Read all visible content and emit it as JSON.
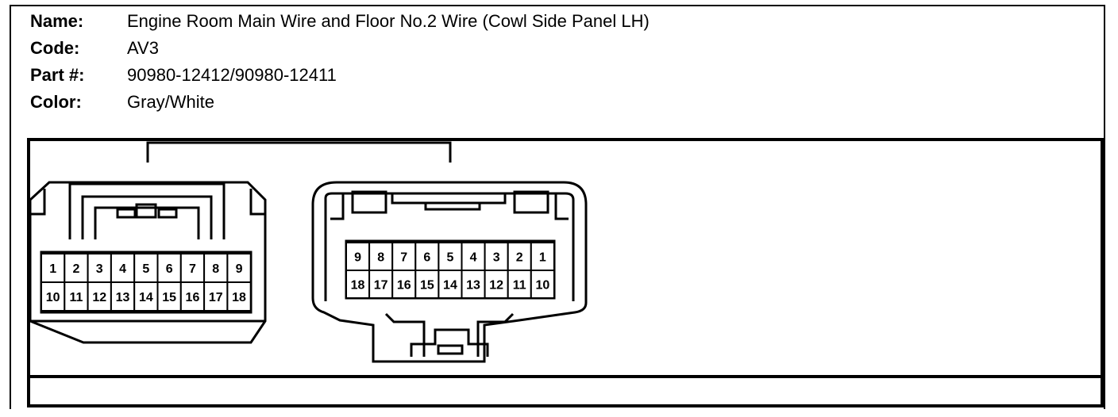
{
  "info": {
    "name_label": "Name:",
    "name_value": "Engine Room Main Wire and Floor No.2 Wire (Cowl Side Panel LH)",
    "code_label": "Code:",
    "code_value": "AV3",
    "part_label": "Part #:",
    "part_value": "90980-12412/90980-12411",
    "color_label": "Color:",
    "color_value": "Gray/White"
  },
  "left_connector": {
    "row1": [
      "1",
      "2",
      "3",
      "4",
      "5",
      "6",
      "7",
      "8",
      "9"
    ],
    "row2": [
      "10",
      "11",
      "12",
      "13",
      "14",
      "15",
      "16",
      "17",
      "18"
    ]
  },
  "right_connector": {
    "row1": [
      "9",
      "8",
      "7",
      "6",
      "5",
      "4",
      "3",
      "2",
      "1"
    ],
    "row2": [
      "18",
      "17",
      "16",
      "15",
      "14",
      "13",
      "12",
      "11",
      "10"
    ]
  }
}
